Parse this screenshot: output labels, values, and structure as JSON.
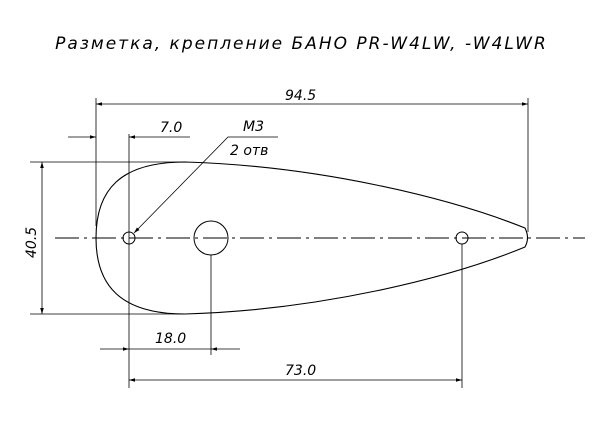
{
  "title": "Разметка, крепление БАНО PR-W4LW, -W4LWR",
  "dimensions": {
    "overall_length": "94.5",
    "hole_offset": "7.0",
    "hole_callout_thread": "M3",
    "hole_callout_count": "2 отв",
    "height": "40.5",
    "center_hole_offset": "18.0",
    "hole_spacing": "73.0"
  },
  "colors": {
    "line": "#000000",
    "background": "#ffffff"
  }
}
